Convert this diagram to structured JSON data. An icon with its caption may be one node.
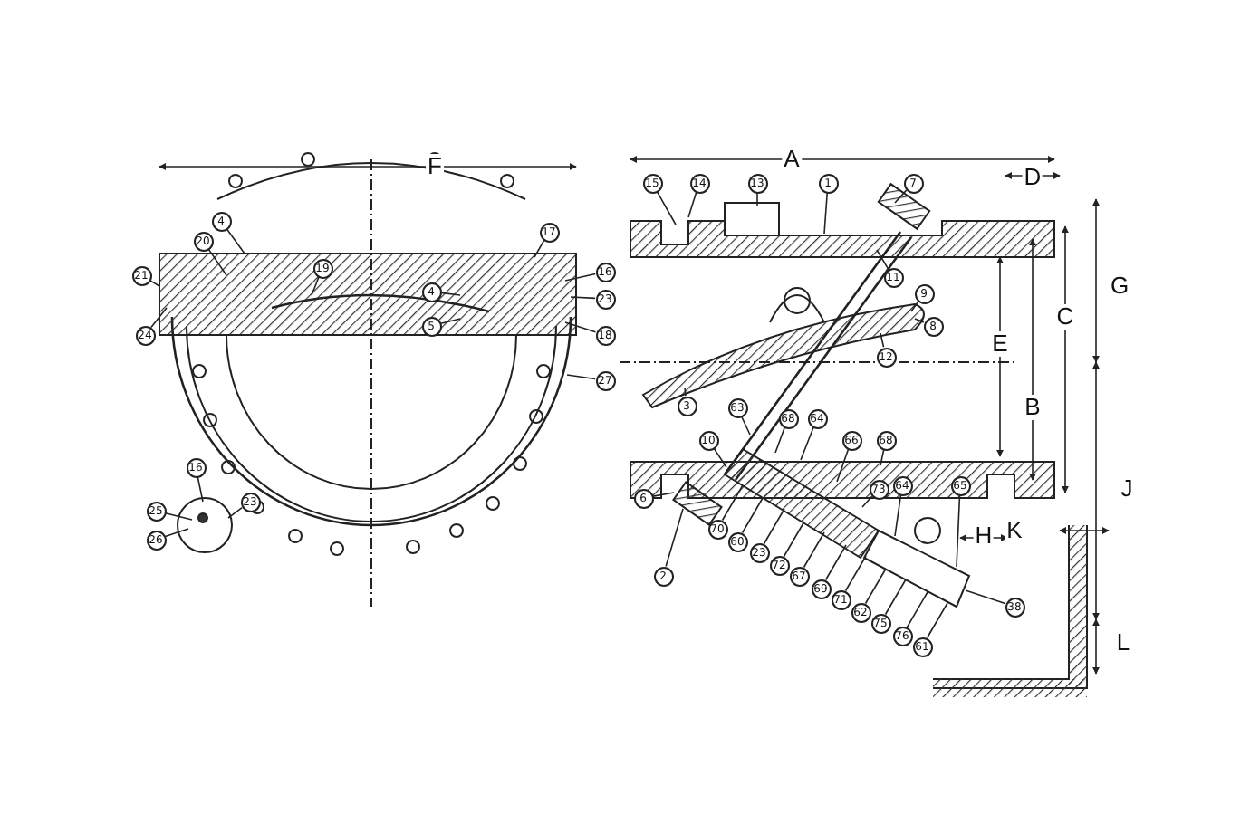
{
  "diagram": {
    "nodes": [
      {
        "text": [
          "4"
        ]
      },
      {
        "text": [
          "20"
        ]
      },
      {
        "text": [
          "21"
        ]
      },
      {
        "text": [
          "24"
        ]
      },
      {
        "text": [
          "19"
        ]
      },
      {
        "text": [
          "17"
        ]
      },
      {
        "text": [
          "4"
        ]
      },
      {
        "text": [
          "5"
        ]
      },
      {
        "text": [
          "16"
        ]
      },
      {
        "text": [
          "23"
        ]
      },
      {
        "text": [
          "18"
        ]
      },
      {
        "text": [
          "27"
        ]
      },
      {
        "text": [
          "16"
        ]
      },
      {
        "text": [
          "25"
        ]
      },
      {
        "text": [
          "23"
        ]
      },
      {
        "text": [
          "26"
        ]
      },
      {
        "text": [
          "15"
        ]
      },
      {
        "text": [
          "14"
        ]
      },
      {
        "text": [
          "13"
        ]
      },
      {
        "text": [
          "1"
        ]
      },
      {
        "text": [
          "7"
        ]
      },
      {
        "text": [
          "11"
        ]
      },
      {
        "text": [
          "9"
        ]
      },
      {
        "text": [
          "8"
        ]
      },
      {
        "text": [
          "12"
        ]
      },
      {
        "text": [
          "3"
        ]
      },
      {
        "text": [
          "63"
        ]
      },
      {
        "text": [
          "10"
        ]
      },
      {
        "text": [
          "68"
        ]
      },
      {
        "text": [
          "64"
        ]
      },
      {
        "text": [
          "66"
        ]
      },
      {
        "text": [
          "68"
        ]
      },
      {
        "text": [
          "6"
        ]
      },
      {
        "text": [
          "2"
        ]
      },
      {
        "text": [
          "70"
        ]
      },
      {
        "text": [
          "60"
        ]
      },
      {
        "text": [
          "23"
        ]
      },
      {
        "text": [
          "72"
        ]
      },
      {
        "text": [
          "67"
        ]
      },
      {
        "text": [
          "73"
        ]
      },
      {
        "text": [
          "69"
        ]
      },
      {
        "text": [
          "71"
        ]
      },
      {
        "text": [
          "62"
        ]
      },
      {
        "text": [
          "64"
        ]
      },
      {
        "text": [
          "65"
        ]
      },
      {
        "text": [
          "75"
        ]
      },
      {
        "text": [
          "76"
        ]
      },
      {
        "text": [
          "61"
        ]
      },
      {
        "text": [
          "38"
        ]
      }
    ],
    "edges": [
      {
        "from": 0,
        "to": null,
        "arrow": "none"
      },
      {
        "from": 1,
        "to": null,
        "arrow": "none"
      },
      {
        "from": 2,
        "to": null,
        "arrow": "none"
      },
      {
        "from": 3,
        "to": null,
        "arrow": "none"
      },
      {
        "from": 4,
        "to": null,
        "arrow": "none"
      },
      {
        "from": 5,
        "to": null,
        "arrow": "none"
      },
      {
        "from": 6,
        "to": null,
        "arrow": "none"
      },
      {
        "from": 7,
        "to": null,
        "arrow": "none"
      },
      {
        "from": 8,
        "to": null,
        "arrow": "none"
      },
      {
        "from": 9,
        "to": null,
        "arrow": "none"
      },
      {
        "from": 10,
        "to": null,
        "arrow": "none"
      },
      {
        "from": 11,
        "to": null,
        "arrow": "none"
      },
      {
        "from": 12,
        "to": null,
        "arrow": "none"
      },
      {
        "from": 13,
        "to": null,
        "arrow": "none"
      },
      {
        "from": 14,
        "to": null,
        "arrow": "none"
      },
      {
        "from": 15,
        "to": null,
        "arrow": "none"
      },
      {
        "from": 16,
        "to": null,
        "arrow": "none"
      },
      {
        "from": 17,
        "to": null,
        "arrow": "none"
      },
      {
        "from": 18,
        "to": null,
        "arrow": "none"
      },
      {
        "from": 19,
        "to": null,
        "arrow": "none"
      },
      {
        "from": 20,
        "to": null,
        "arrow": "none"
      },
      {
        "from": 21,
        "to": null,
        "arrow": "none"
      },
      {
        "from": 22,
        "to": null,
        "arrow": "none"
      },
      {
        "from": 23,
        "to": null,
        "arrow": "none"
      },
      {
        "from": 24,
        "to": null,
        "arrow": "none"
      },
      {
        "from": 25,
        "to": null,
        "arrow": "none"
      },
      {
        "from": 26,
        "to": null,
        "arrow": "none"
      },
      {
        "from": 27,
        "to": null,
        "arrow": "none"
      },
      {
        "from": 28,
        "to": null,
        "arrow": "none"
      },
      {
        "from": 29,
        "to": null,
        "arrow": "none"
      },
      {
        "from": 30,
        "to": null,
        "arrow": "none"
      },
      {
        "from": 31,
        "to": null,
        "arrow": "none"
      },
      {
        "from": 32,
        "to": null,
        "arrow": "none"
      },
      {
        "from": 33,
        "to": null,
        "arrow": "none"
      },
      {
        "from": 34,
        "to": null,
        "arrow": "none"
      },
      {
        "from": 35,
        "to": null,
        "arrow": "none"
      },
      {
        "from": 36,
        "to": null,
        "arrow": "none"
      },
      {
        "from": 37,
        "to": null,
        "arrow": "none"
      },
      {
        "from": 38,
        "to": null,
        "arrow": "none"
      },
      {
        "from": 39,
        "to": null,
        "arrow": "none"
      },
      {
        "from": 40,
        "to": null,
        "arrow": "none"
      },
      {
        "from": 41,
        "to": null,
        "arrow": "none"
      },
      {
        "from": 42,
        "to": null,
        "arrow": "none"
      },
      {
        "from": 43,
        "to": null,
        "arrow": "none"
      },
      {
        "from": 44,
        "to": null,
        "arrow": "none"
      },
      {
        "from": 45,
        "to": null,
        "arrow": "none"
      },
      {
        "from": 46,
        "to": null,
        "arrow": "none"
      },
      {
        "from": 47,
        "to": null,
        "arrow": "none"
      },
      {
        "from": 48,
        "to": null,
        "arrow": "none"
      }
    ],
    "labels": [
      "F",
      "A",
      "D",
      "G",
      "C",
      "E",
      "B",
      "J",
      "K",
      "H",
      "L"
    ]
  }
}
